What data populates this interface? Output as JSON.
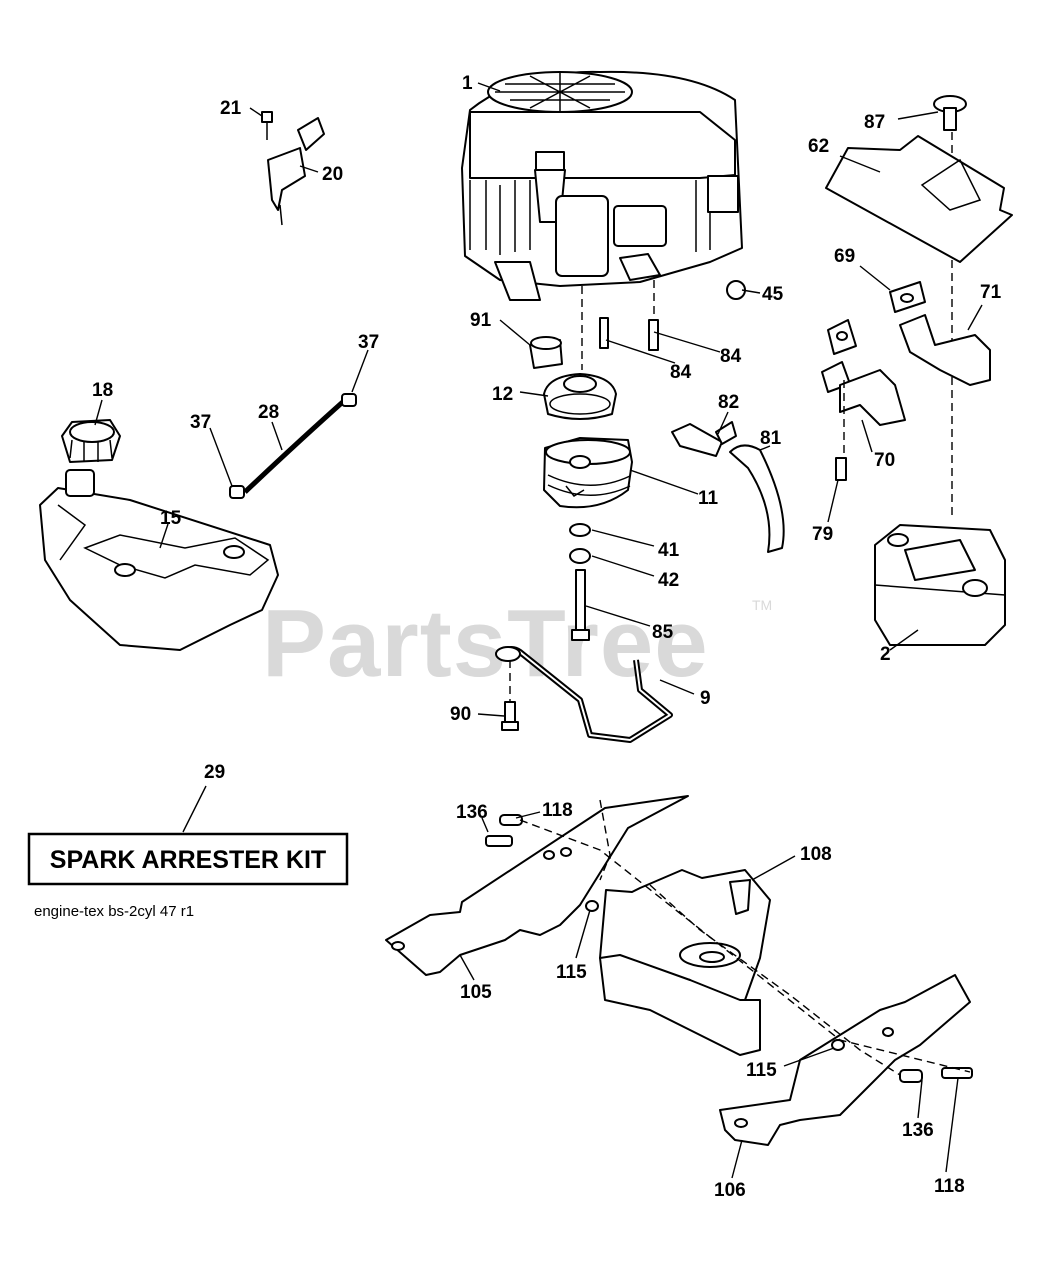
{
  "watermark": {
    "text": "PartsTree",
    "trademark": "TM"
  },
  "kit_box": {
    "label": "SPARK ARRESTER KIT"
  },
  "caption": "engine-tex bs-2cyl 47 r1",
  "callouts": {
    "c1": "1",
    "c21": "21",
    "c20": "20",
    "c87": "87",
    "c62": "62",
    "c45": "45",
    "c69": "69",
    "c71": "71",
    "c91": "91",
    "c84a": "84",
    "c84b": "84",
    "c37a": "37",
    "c37b": "37",
    "c28": "28",
    "c18": "18",
    "c12": "12",
    "c82": "82",
    "c81": "81",
    "c11": "11",
    "c70": "70",
    "c79": "79",
    "c15": "15",
    "c41": "41",
    "c42": "42",
    "c85": "85",
    "c2": "2",
    "c9": "9",
    "c90": "90",
    "c29": "29",
    "c136a": "136",
    "c118a": "118",
    "c108": "108",
    "c115a": "115",
    "c105": "105",
    "c115b": "115",
    "c136b": "136",
    "c106": "106",
    "c118b": "118"
  }
}
